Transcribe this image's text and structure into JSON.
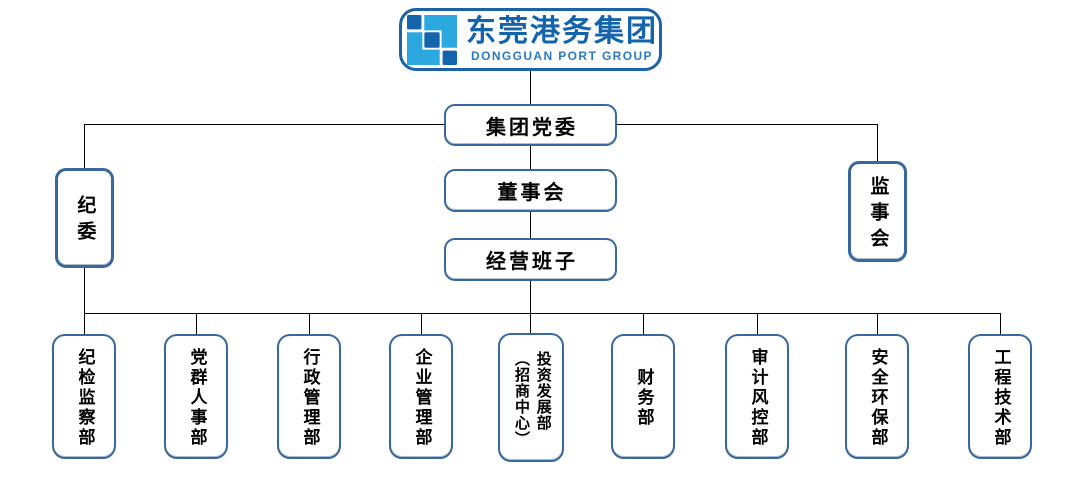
{
  "logo": {
    "company_name_cn": "东莞港务集团",
    "company_name_en": "DONGGUAN PORT GROUP"
  },
  "org_chart": {
    "party_committee": "集团党委",
    "board_of_directors": "董事会",
    "management_team": "经营班子",
    "discipline_committee": "纪委",
    "supervisory_board": "监事会",
    "departments": [
      "纪检监察部",
      "党群人事部",
      "行政管理部",
      "企业管理部",
      "投资发展部\n（招商中心）",
      "财务部",
      "审计风控部",
      "安全环保部",
      "工程技术部"
    ]
  },
  "colors": {
    "box_border": "#39689E",
    "connector": "#000000",
    "logo_dark_blue": "#1464AC",
    "logo_light_blue": "#2BA8E0",
    "logo_border": "#1B62AB"
  }
}
